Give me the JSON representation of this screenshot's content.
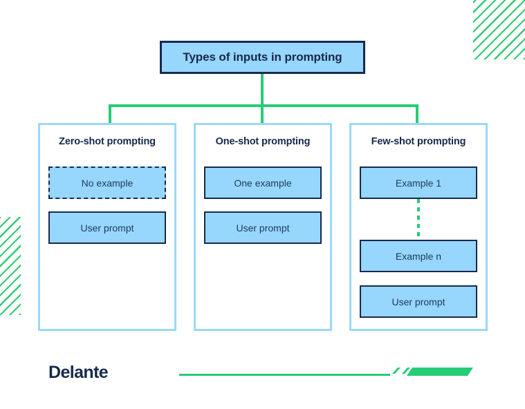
{
  "diagram": {
    "title": "Types of inputs in prompting",
    "columns": [
      {
        "id": "zero-shot",
        "heading": "Zero-shot prompting",
        "nodes": [
          {
            "label": "No example",
            "style": "dashed"
          },
          {
            "label": "User prompt",
            "style": "solid"
          }
        ]
      },
      {
        "id": "one-shot",
        "heading": "One-shot prompting",
        "nodes": [
          {
            "label": "One example",
            "style": "solid"
          },
          {
            "label": "User prompt",
            "style": "solid"
          }
        ]
      },
      {
        "id": "few-shot",
        "heading": "Few-shot prompting",
        "nodes": [
          {
            "label": "Example 1",
            "style": "solid"
          },
          {
            "label": "Example n",
            "style": "solid"
          },
          {
            "label": "User prompt",
            "style": "solid"
          }
        ],
        "has_ellipsis_connector": true
      }
    ]
  },
  "footer": {
    "brand": "Delante"
  },
  "colors": {
    "node_fill": "#97D6FD",
    "node_border": "#16294C",
    "panel_border": "#9BD8F8",
    "connector_green": "#26CC76",
    "text_navy": "#16294C",
    "body_text": "#1B3A5C",
    "background": "#FFFFFF"
  }
}
